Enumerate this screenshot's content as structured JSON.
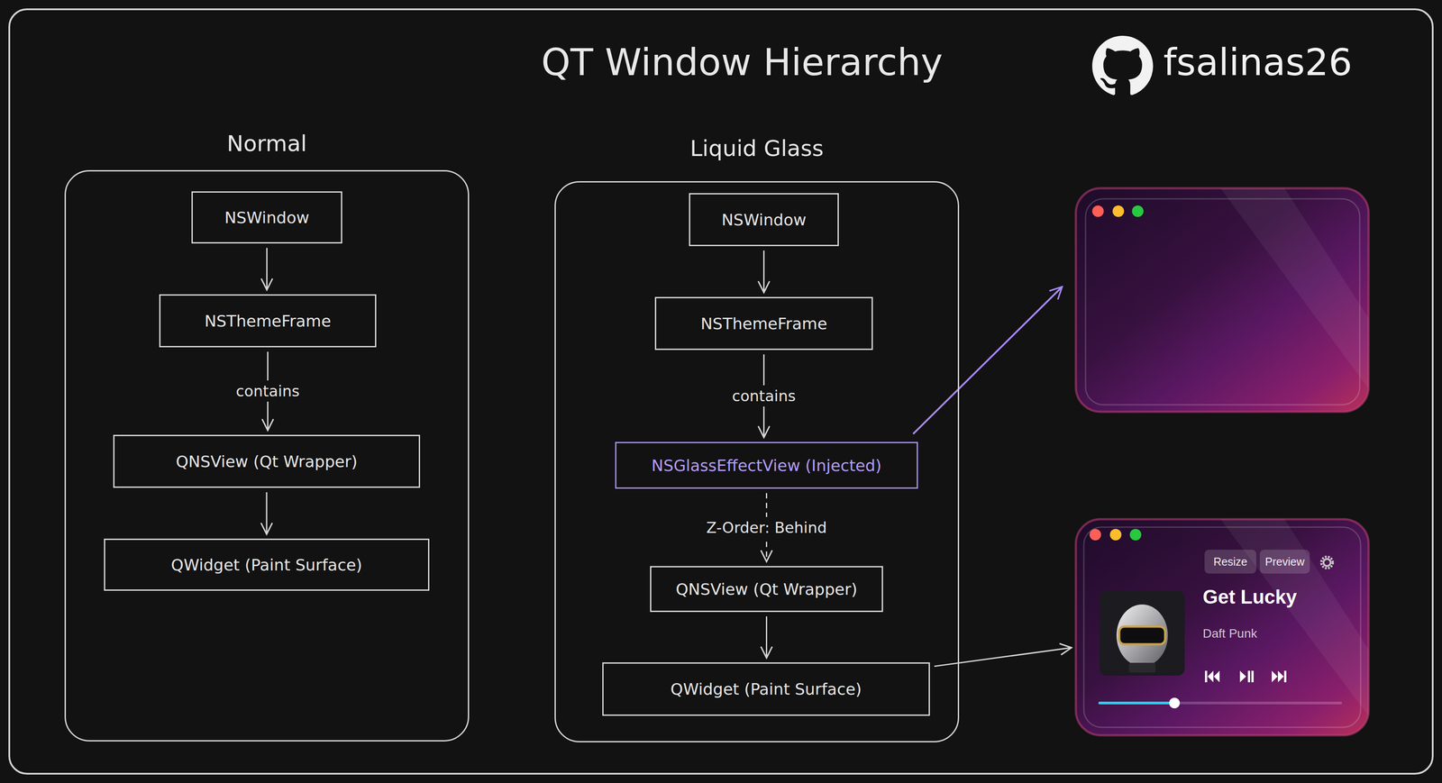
{
  "diagram": {
    "title": "QT Window Hierarchy",
    "nodes": [
      {
        "text": [
          "Normal"
        ]
      },
      {
        "text": [
          "NSWindow"
        ],
        "in": 0
      },
      {
        "text": [
          "NSThemeFrame"
        ],
        "in": 0
      },
      {
        "text": [
          "QNSView (Qt Wrapper)"
        ],
        "in": 0
      },
      {
        "text": [
          "QWidget (Paint Surface)"
        ],
        "in": 0
      },
      {
        "text": [
          "Liquid Glass"
        ]
      },
      {
        "text": [
          "NSWindow"
        ],
        "in": 5
      },
      {
        "text": [
          "NSThemeFrame"
        ],
        "in": 5
      },
      {
        "text": [
          "NSGlassEffectView (Injected)"
        ],
        "in": 5
      },
      {
        "text": [
          "QNSView (Qt Wrapper)"
        ],
        "in": 5
      },
      {
        "text": [
          "QWidget (Paint Surface)"
        ],
        "in": 5
      },
      {
        "text": [
          "Get Lucky",
          "Daft Punk"
        ]
      },
      {
        "text": [
          "Resize"
        ],
        "in": 11
      },
      {
        "text": [
          "Preview"
        ],
        "in": 11
      }
    ],
    "edges": [
      {
        "from": 1,
        "to": 2,
        "arrow": "to"
      },
      {
        "from": 2,
        "to": 3,
        "label": "contains",
        "arrow": "to"
      },
      {
        "from": 3,
        "to": 4,
        "arrow": "to"
      },
      {
        "from": 6,
        "to": 7,
        "arrow": "to"
      },
      {
        "from": 7,
        "to": 8,
        "label": "contains",
        "arrow": "to"
      },
      {
        "from": 8,
        "to": 9,
        "label": "Z-Order: Behind",
        "arrow": "to"
      },
      {
        "from": 9,
        "to": 10,
        "arrow": "to"
      },
      {
        "from": 10,
        "to": 11,
        "arrow": "to"
      }
    ],
    "labels": [
      "fsalinas26"
    ]
  }
}
